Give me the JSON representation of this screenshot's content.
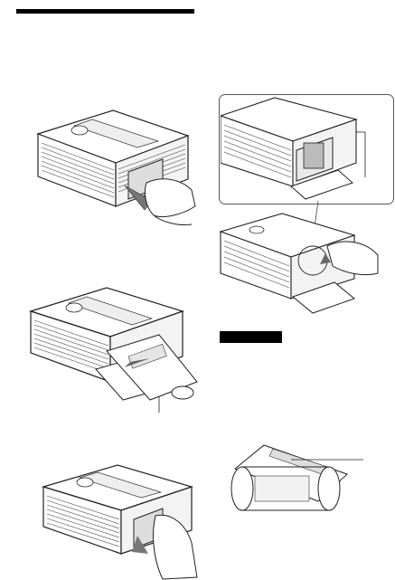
{
  "page": {
    "section_label": "",
    "figures": [
      {
        "name": "pull-out-tray-door",
        "icon": "printer-illustration"
      },
      {
        "name": "insert-ribbon-cartridge",
        "icon": "printer-illustration"
      },
      {
        "name": "close-tray-door",
        "icon": "printer-illustration"
      },
      {
        "name": "cartridge-compartment-closeup",
        "icon": "printer-illustration"
      },
      {
        "name": "eject-cartridge",
        "icon": "printer-illustration"
      },
      {
        "name": "ribbon-cartridge-detail",
        "icon": "cartridge-illustration"
      }
    ]
  }
}
